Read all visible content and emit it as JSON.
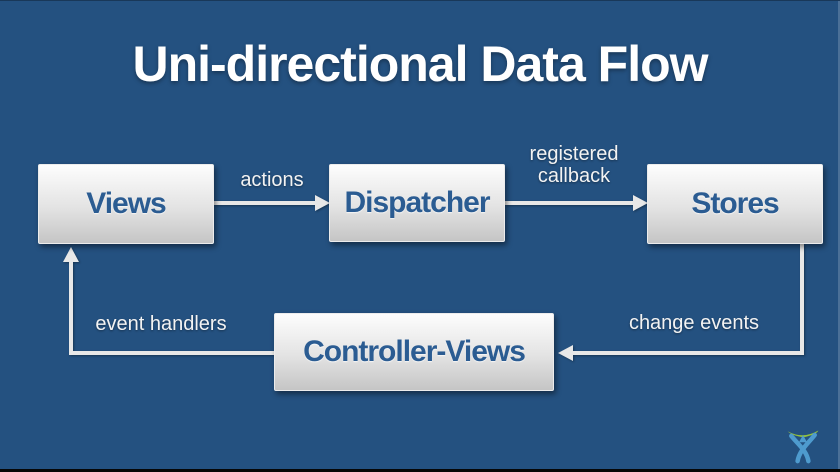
{
  "title": "Uni-directional Data Flow",
  "nodes": {
    "views": {
      "label": "Views"
    },
    "dispatcher": {
      "label": "Dispatcher"
    },
    "stores": {
      "label": "Stores"
    },
    "controller_views": {
      "label": "Controller-Views"
    }
  },
  "edges": {
    "actions": {
      "label": "actions",
      "from": "views",
      "to": "dispatcher"
    },
    "registered_callback": {
      "label": "registered callback",
      "from": "dispatcher",
      "to": "stores"
    },
    "change_events": {
      "label": "change events",
      "from": "stores",
      "to": "controller_views"
    },
    "event_handlers": {
      "label": "event handlers",
      "from": "controller_views",
      "to": "views"
    }
  },
  "branding": {
    "logo_icon": "atlassian-charlie-logo"
  },
  "colors": {
    "background": "#245180",
    "node_fill_top": "#fdfdfd",
    "node_fill_bottom": "#c5c5c5",
    "node_text": "#2b5c92",
    "arrow": "#e8e8e8",
    "label_text": "#f3f3f3",
    "logo_blue": "#4e9bce",
    "logo_green": "#93c13d"
  }
}
